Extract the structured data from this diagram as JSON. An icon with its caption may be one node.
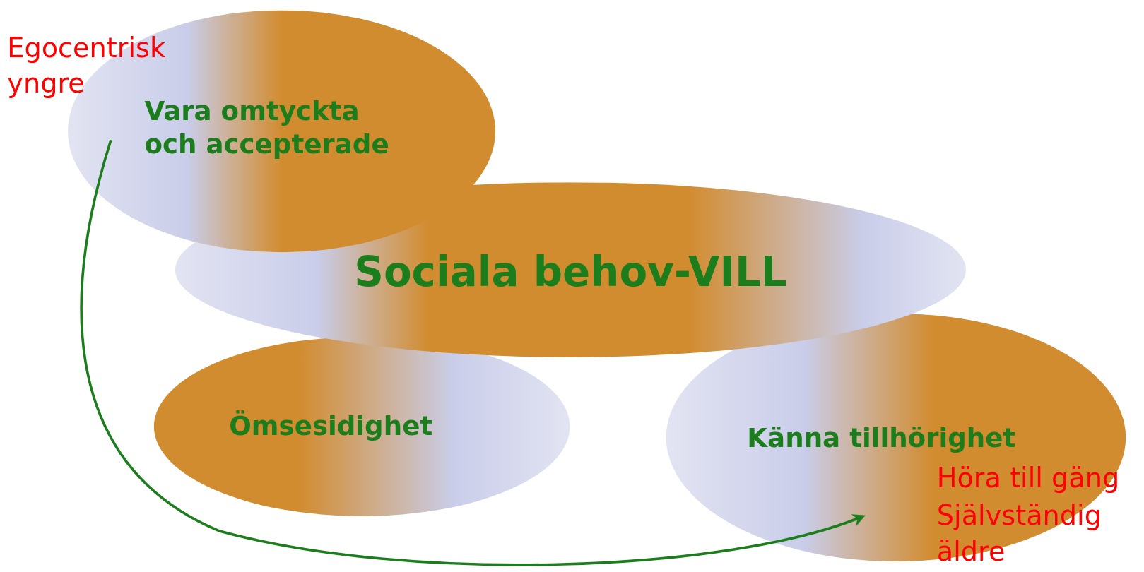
{
  "diagram": {
    "nodes": [
      {
        "text": [
          "Vara omtyckta och accepterade"
        ]
      },
      {
        "text": [
          "Sociala behov-VILL"
        ]
      },
      {
        "text": [
          "Ömsesidighet"
        ]
      },
      {
        "text": [
          "Känna tillhörighet"
        ]
      }
    ],
    "edges": [
      {
        "from": 0,
        "to": 3,
        "arrow": "to"
      }
    ],
    "labels": [
      "Egocentrisk yngre",
      "Höra till gäng",
      "Självständig äldre"
    ]
  }
}
